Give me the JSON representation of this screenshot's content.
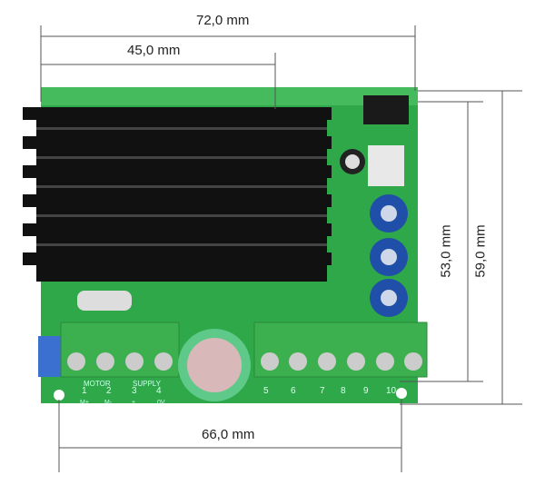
{
  "dimensions": {
    "width_total": "72,0 mm",
    "width_partial": "45,0 mm",
    "height_inner": "53,0 mm",
    "height_total": "59,0 mm",
    "hole_spacing": "66,0 mm"
  },
  "board": {
    "motor_label": "MOTOR",
    "supply_label": "SUPPLY",
    "terminals": [
      "1",
      "2",
      "3",
      "4",
      "5",
      "6",
      "7",
      "8",
      "9",
      "10"
    ],
    "pins": [
      "M+",
      "M-",
      "+",
      "0V"
    ]
  },
  "colors": {
    "pcb": "#2fa84a",
    "heatsink": "#111111",
    "terminal": "#3cb04e",
    "pot": "#1f4fa8",
    "line": "#555555"
  }
}
